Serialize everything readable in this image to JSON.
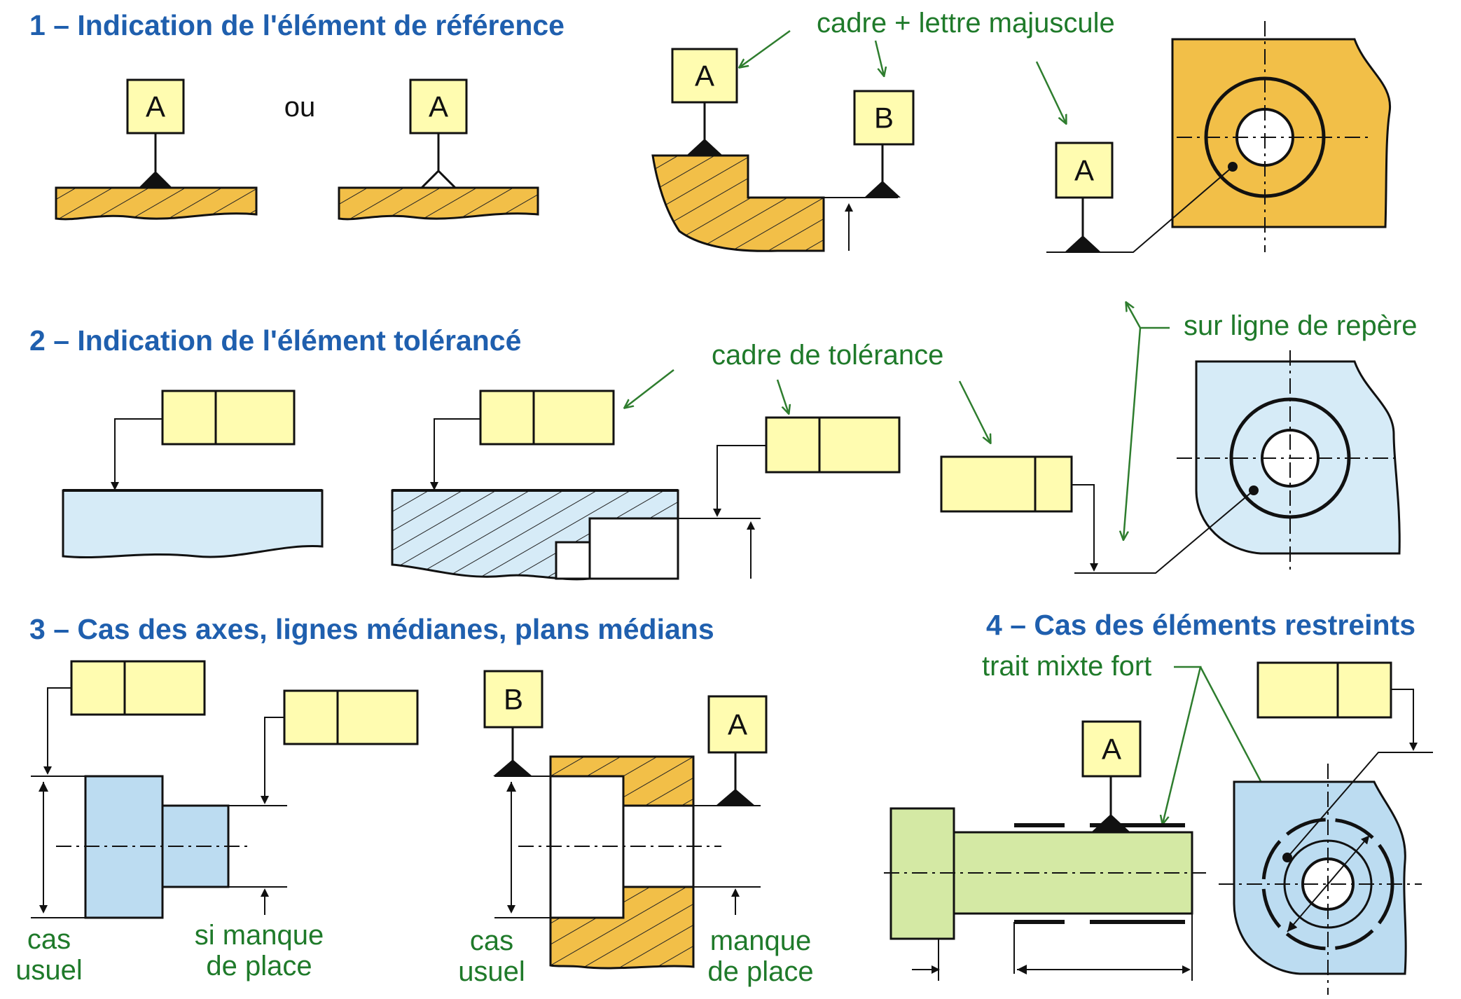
{
  "section1": {
    "title": "1 – Indication de l'élément de référence",
    "or_label": "ou"
  },
  "section2": {
    "title": "2 – Indication de l'élément tolérancé"
  },
  "section3": {
    "title": "3 – Cas des axes, lignes médianes, plans médians"
  },
  "section4": {
    "title": "4 – Cas des éléments restreints"
  },
  "notes": {
    "cadre_lettre": "cadre + lettre majuscule",
    "cadre_tolerance": "cadre de tolérance",
    "sur_ligne_repere": "sur ligne de repère",
    "cas_usuel_1_line1": "cas",
    "cas_usuel_1_line2": "usuel",
    "si_manque_line1": "si manque",
    "si_manque_line2": "de place",
    "cas_usuel_2_line1": "cas",
    "cas_usuel_2_line2": "usuel",
    "manque_line1": "manque",
    "manque_line2": "de place",
    "trait_mixte": "trait mixte fort"
  },
  "letters": {
    "s1_a1": "A",
    "s1_a2": "A",
    "s1_a3": "A",
    "s1_b": "B",
    "s1_a4": "A",
    "s3_b": "B",
    "s3_a": "A",
    "s4_a": "A"
  },
  "colors": {
    "title_blue": "#1f5fae",
    "note_green": "#1f7a2a",
    "frame_yellow": "#fffcb0",
    "part_orange": "#f2bf48",
    "part_blue": "#d6ebf7",
    "part_green": "#d4e9a4"
  }
}
